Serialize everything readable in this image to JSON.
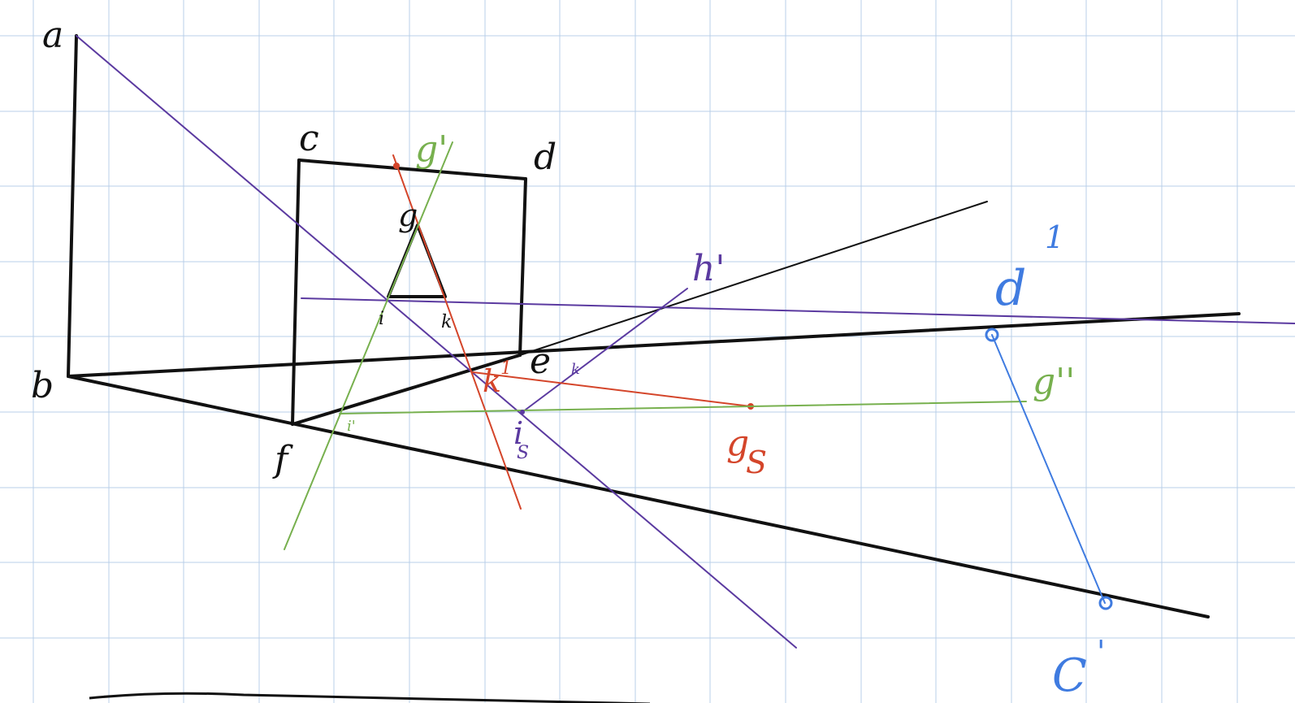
{
  "colors": {
    "grid": "#b9cfe8",
    "black": "#111111",
    "purple": "#5b3aa0",
    "red": "#d4452a",
    "green": "#77b04e",
    "blue": "#3f7be0"
  },
  "labels": {
    "a": "a",
    "b": "b",
    "c": "c",
    "d": "d",
    "e": "e",
    "f": "f",
    "g": "g",
    "g_prime": "g'",
    "g_double_prime": "g''",
    "g_s": "g",
    "g_s_sub": "S",
    "h_prime": "h'",
    "i": "i",
    "i_s": "i",
    "i_s_sub": "S",
    "i_prime": "i'",
    "k": "k",
    "k_prime": "k",
    "d_prime": "d",
    "d_prime_mark": "1",
    "c_prime": "C",
    "c_prime_mark": "'",
    "small_one": "1"
  }
}
